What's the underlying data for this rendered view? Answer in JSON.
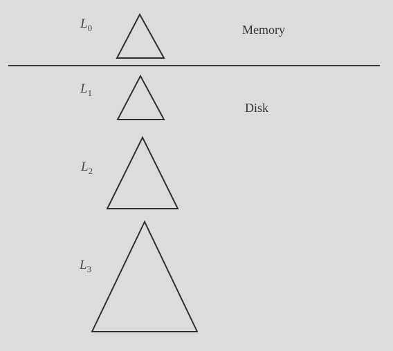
{
  "levels": [
    {
      "letter": "L",
      "sub": "0"
    },
    {
      "letter": "L",
      "sub": "1"
    },
    {
      "letter": "L",
      "sub": "2"
    },
    {
      "letter": "L",
      "sub": "3"
    }
  ],
  "regions": {
    "memory": "Memory",
    "disk": "Disk"
  }
}
